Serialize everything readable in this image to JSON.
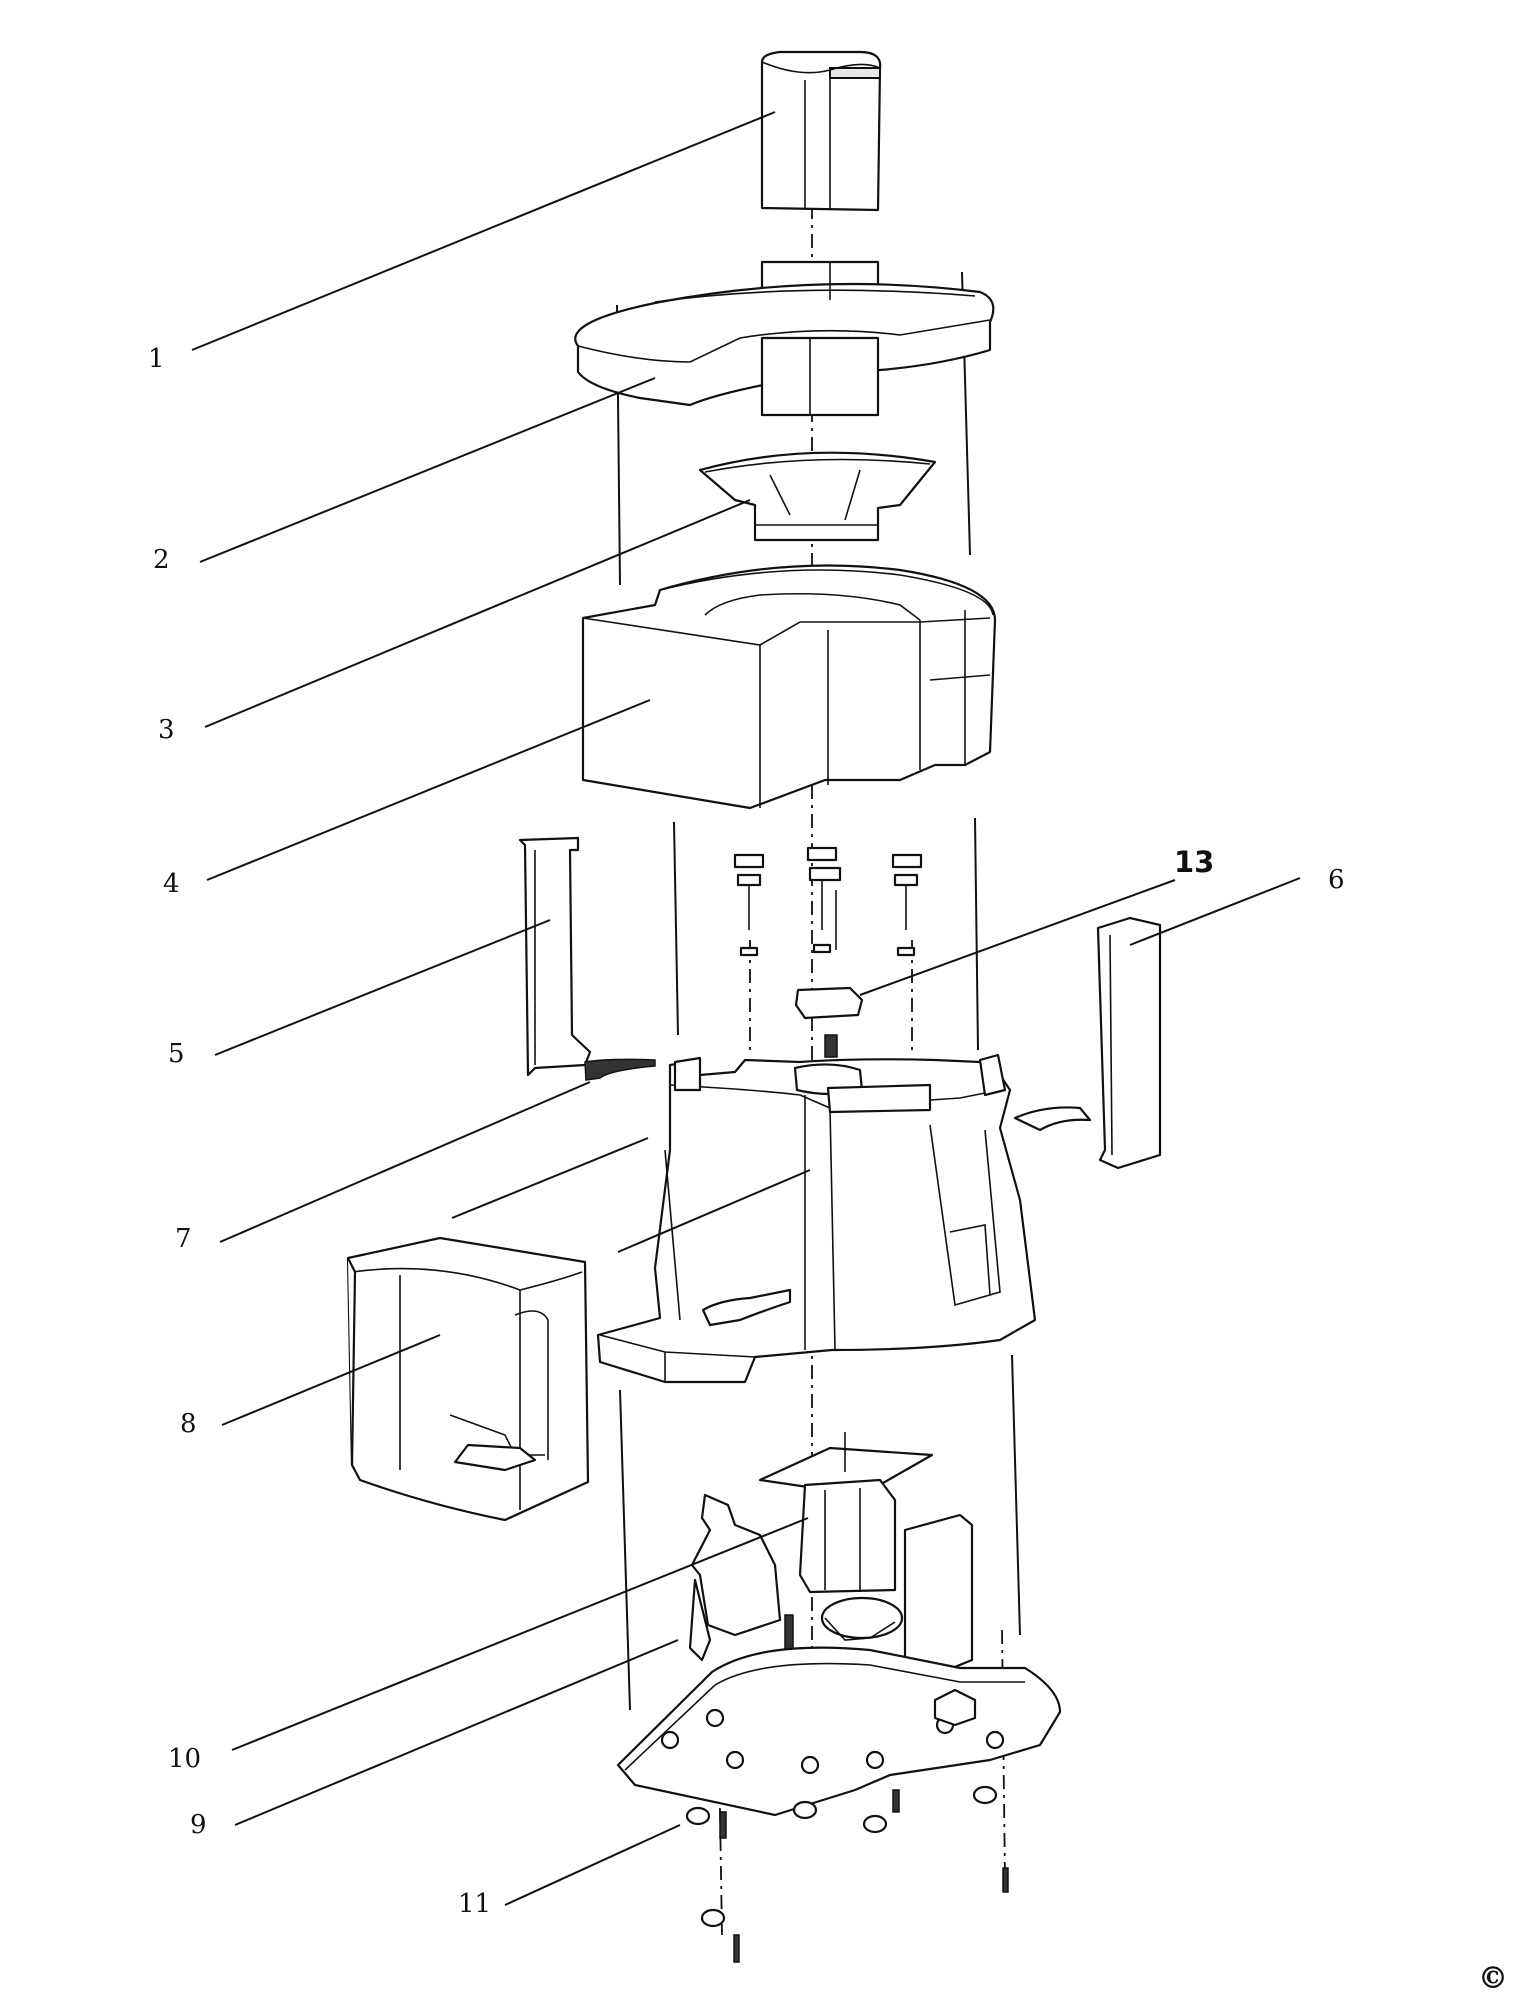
{
  "callouts": {
    "c1": "1",
    "c2": "2",
    "c3": "3",
    "c4": "4",
    "c5": "5",
    "c6": "6",
    "c7": "7",
    "c8": "8",
    "c9": "9",
    "c10": "10",
    "c11": "11",
    "c13": "13"
  },
  "copyright_mark": "©"
}
